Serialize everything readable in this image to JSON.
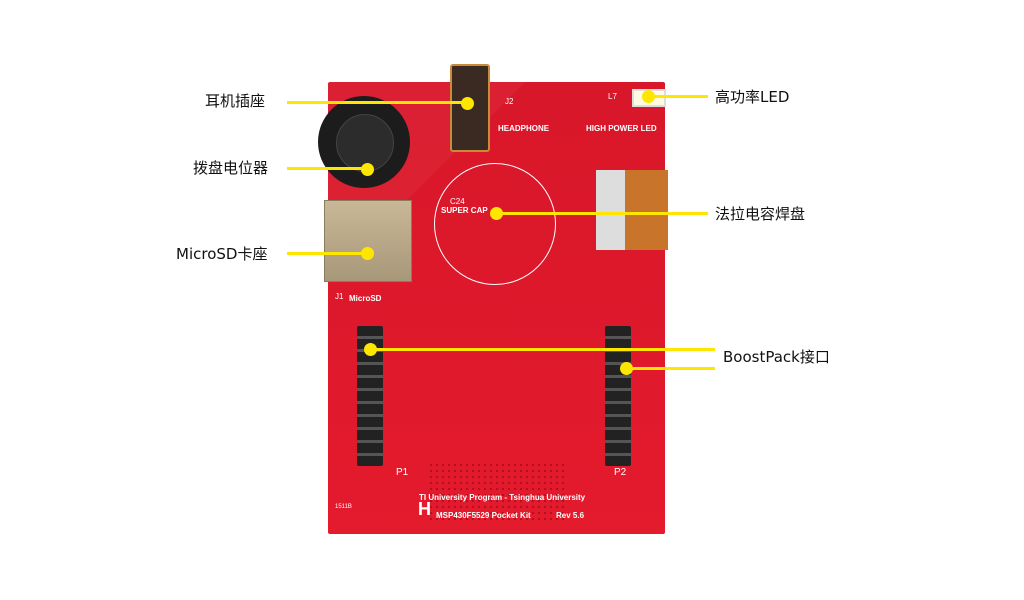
{
  "labels": {
    "headphone_jack": "耳机插座",
    "potentiometer": "拨盘电位器",
    "microsd": "MicroSD卡座",
    "high_power_led": "高功率LED",
    "supercap_pad": "法拉电容焊盘",
    "boostpack": "BoostPack接口"
  },
  "board": {
    "headphone": "HEADPHONE",
    "high_power_led": "HIGH POWER LED",
    "super_cap": "SUPER CAP",
    "c24": "C24",
    "microsd": "MicroSD",
    "j1": "J1",
    "j2": "J2",
    "l7": "L7",
    "p1": "P1",
    "p2": "P2",
    "program": "TI University Program - Tsinghua University",
    "kit": "MSP430F5529 Pocket Kit",
    "rev": "Rev 5.6",
    "code": "1511B",
    "logo": "H"
  },
  "colors": {
    "board": "#e0182b",
    "callout": "#ffe600"
  }
}
